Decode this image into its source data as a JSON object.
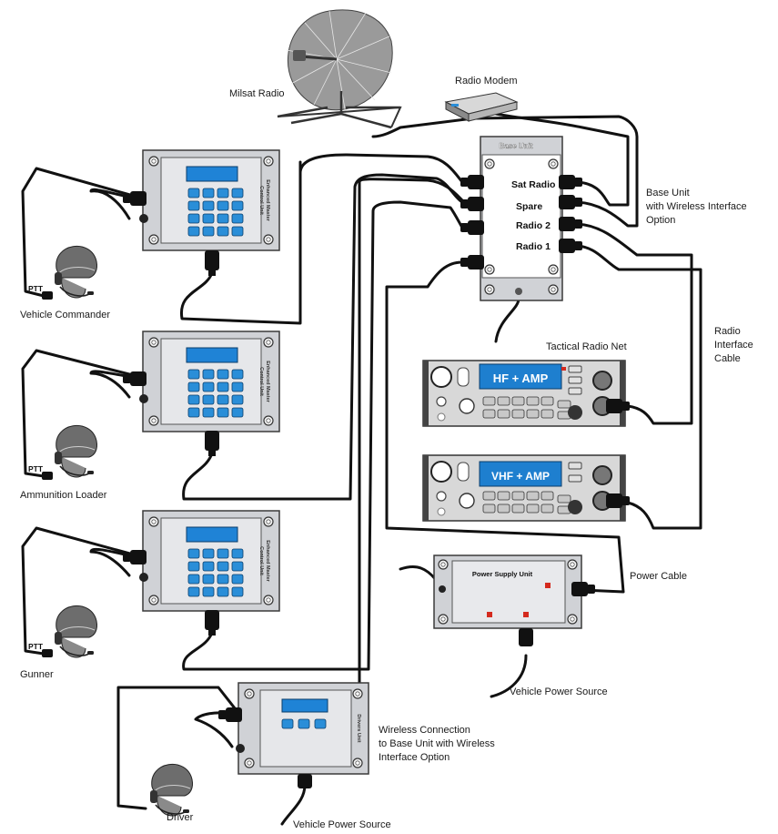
{
  "labels": {
    "milsat_radio": "Milsat Radio",
    "radio_modem": "Radio Modem",
    "base_unit_desc": [
      "Base Unit",
      "with Wireless Interface",
      "Option"
    ],
    "radio_interface_cable": [
      "Radio",
      "Interface",
      "Cable"
    ],
    "tactical_radio_net": "Tactical Radio Net",
    "power_cable": "Power Cable",
    "vehicle_power_source_psu": "Vehicle Power Source",
    "vehicle_power_source_driver": "Vehicle Power Source",
    "wireless_connection": [
      "Wireless Connection",
      "to Base Unit with Wireless",
      "Interface Option"
    ]
  },
  "base_unit": {
    "title": "Base Unit",
    "ports": [
      "Sat Radio",
      "Spare",
      "Radio 2",
      "Radio 1"
    ]
  },
  "stations": [
    {
      "name": "Vehicle Commander",
      "unit_label": [
        "Enhanced Master",
        "Control Unit"
      ],
      "ptt": "PTT"
    },
    {
      "name": "Ammunition Loader",
      "unit_label": [
        "Enhanced Master",
        "Control Unit"
      ],
      "ptt": "PTT"
    },
    {
      "name": "Gunner",
      "unit_label": [
        "Enhanced Master",
        "Control Unit"
      ],
      "ptt": "PTT"
    }
  ],
  "driver": {
    "name": "Driver",
    "unit_label": "Drivers Unit"
  },
  "radios": [
    {
      "display": "HF + AMP"
    },
    {
      "display": "VHF + AMP"
    }
  ],
  "psu": {
    "title": "Power Supply Unit"
  },
  "colors": {
    "panel": "#d0d2d6",
    "panel_border": "#3a3a3a",
    "lcd": "#1f83d6",
    "key": "#2a8ed8",
    "radio_display": "#1e7fcf",
    "cable": "#111111",
    "led": "#d42a1e"
  }
}
